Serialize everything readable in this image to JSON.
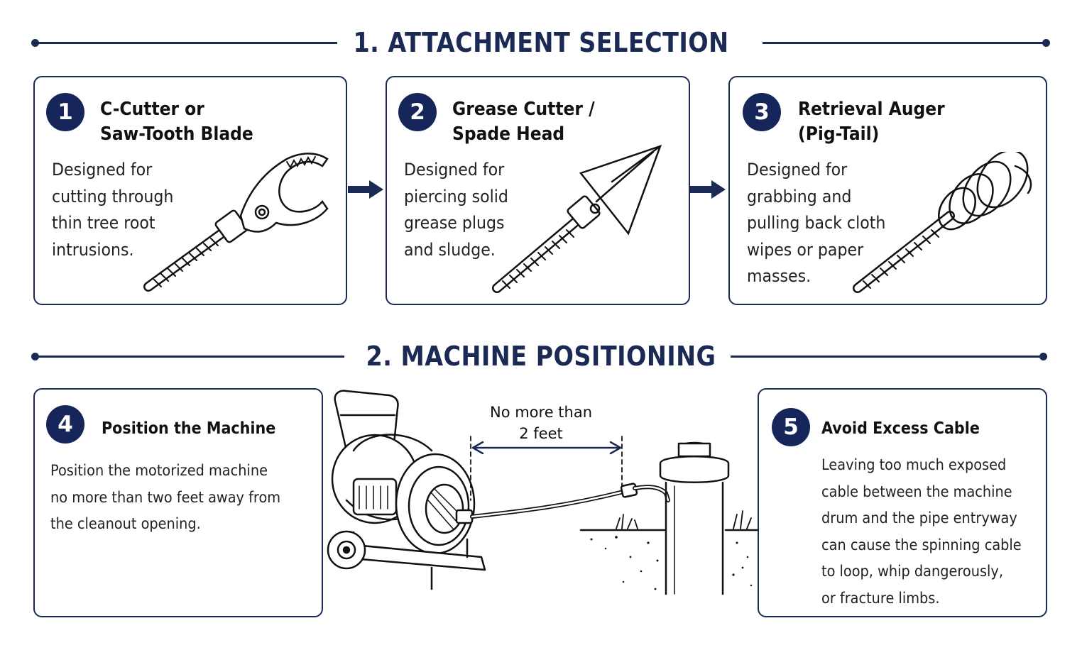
{
  "sections": [
    {
      "title": "1. ATTACHMENT SELECTION"
    },
    {
      "title": "2. MACHINE POSITIONING"
    }
  ],
  "attachments": [
    {
      "number": "1",
      "title": "C-Cutter or\nSaw-Tooth Blade",
      "description": "Designed for\ncutting through\nthin tree root\nintrusions.",
      "icon": "c-cutter-blade-icon"
    },
    {
      "number": "2",
      "title": "Grease Cutter /\nSpade Head",
      "description": "Designed for\npiercing solid\ngrease plugs\nand sludge.",
      "icon": "spade-head-icon"
    },
    {
      "number": "3",
      "title": "Retrieval Auger\n(Pig-Tail)",
      "description": "Designed for\ngrabbing and\npulling back cloth\nwipes or paper\nmasses.",
      "icon": "pig-tail-auger-icon"
    }
  ],
  "positioning": [
    {
      "number": "4",
      "title": "Position the Machine",
      "description": "Position the motorized machine\nno more than two feet away from\nthe cleanout opening."
    },
    {
      "number": "5",
      "title": "Avoid Excess Cable",
      "description": "Leaving too much exposed\ncable between the machine\ndrum and the pipe entryway\ncan cause the spinning cable\nto loop, whip dangerously,\nor fracture limbs."
    }
  ],
  "distance_label": "No more than\n2 feet",
  "colors": {
    "navy": "#1a2a55",
    "badge": "#16255a",
    "text": "#111111"
  }
}
